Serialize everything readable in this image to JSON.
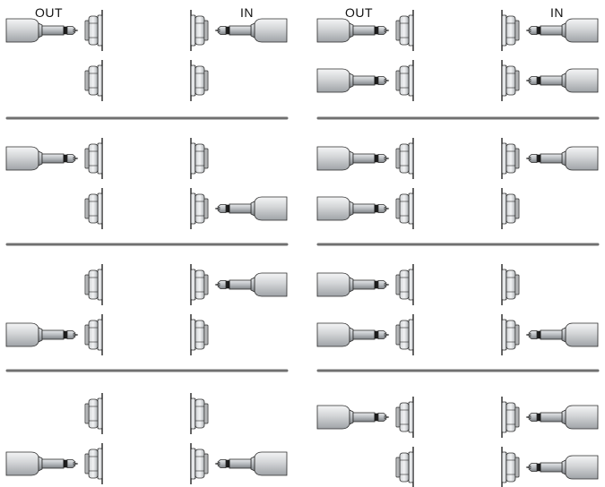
{
  "labels": {
    "left_out": "OUT",
    "left_in": "IN",
    "right_out": "OUT",
    "right_in": "IN"
  },
  "colors": {
    "divider": "#707070",
    "metal": "#b8bcc0",
    "barrel": "#d2d4d6",
    "outline": "#2b2b2b"
  },
  "panels": [
    {
      "column": "left",
      "rows": [
        {
          "out_plugged": true,
          "in_plugged": true
        },
        {
          "out_plugged": false,
          "in_plugged": false
        }
      ]
    },
    {
      "column": "left",
      "rows": [
        {
          "out_plugged": true,
          "in_plugged": false
        },
        {
          "out_plugged": false,
          "in_plugged": true
        }
      ]
    },
    {
      "column": "left",
      "rows": [
        {
          "out_plugged": false,
          "in_plugged": true
        },
        {
          "out_plugged": true,
          "in_plugged": false
        }
      ]
    },
    {
      "column": "left",
      "rows": [
        {
          "out_plugged": false,
          "in_plugged": false
        },
        {
          "out_plugged": true,
          "in_plugged": true
        }
      ]
    },
    {
      "column": "right",
      "rows": [
        {
          "out_plugged": true,
          "in_plugged": true
        },
        {
          "out_plugged": true,
          "in_plugged": true
        }
      ]
    },
    {
      "column": "right",
      "rows": [
        {
          "out_plugged": true,
          "in_plugged": true
        },
        {
          "out_plugged": true,
          "in_plugged": false
        }
      ]
    },
    {
      "column": "right",
      "rows": [
        {
          "out_plugged": true,
          "in_plugged": false
        },
        {
          "out_plugged": true,
          "in_plugged": true
        }
      ]
    },
    {
      "column": "right",
      "rows": [
        {
          "out_plugged": true,
          "in_plugged": true
        },
        {
          "out_plugged": false,
          "in_plugged": true
        }
      ]
    }
  ]
}
